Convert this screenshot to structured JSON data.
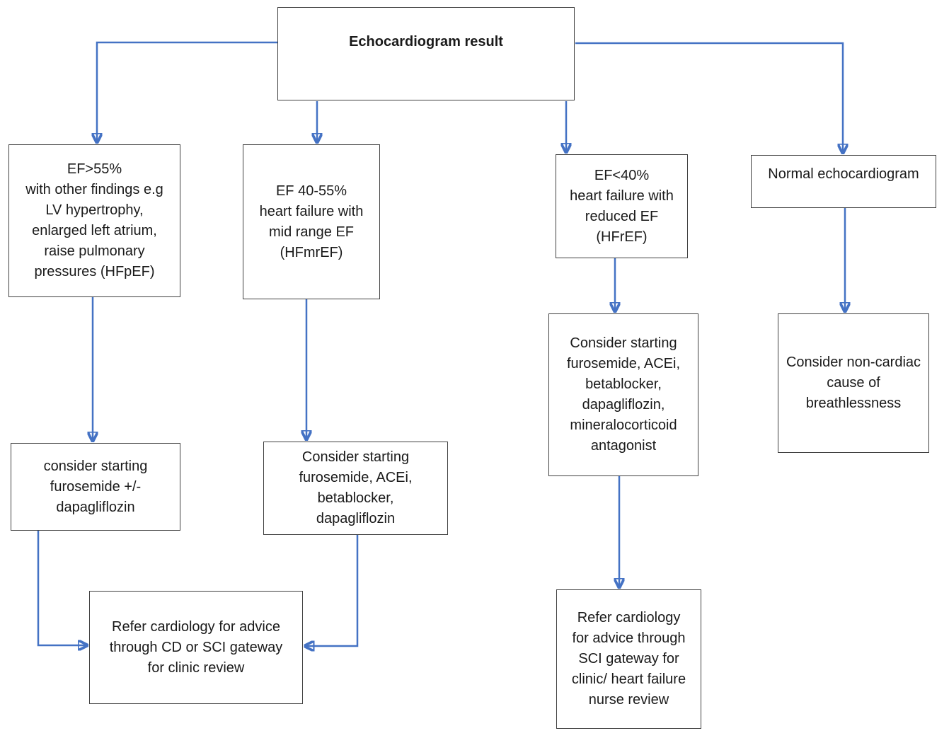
{
  "diagram": {
    "title": "Echocardiogram result",
    "colors": {
      "connector_blue": "#4472C4",
      "box_border": "#404040",
      "text": "#1a1a1a",
      "background": "#ffffff"
    },
    "nodes": {
      "root": {
        "text": "Echocardiogram result"
      },
      "hfpef": {
        "text": "EF>55%\nwith other findings e.g\nLV hypertrophy,\nenlarged left atrium,\nraise pulmonary\npressures (HFpEF)"
      },
      "hfmref": {
        "text": "EF 40-55%\nheart failure with\nmid range EF\n(HFmrEF)"
      },
      "hfref": {
        "text": "EF<40%\nheart failure with\nreduced EF\n(HFrEF)"
      },
      "normal": {
        "text": "Normal echocardiogram"
      },
      "tx_hfpef": {
        "text": "consider starting\nfurosemide +/-\ndapagliflozin"
      },
      "tx_hfmref": {
        "text": "Consider starting\nfurosemide, ACEi,\nbetablocker,\ndapagliflozin"
      },
      "tx_hfref": {
        "text": "Consider starting\nfurosemide, ACEi,\nbetablocker,\ndapagliflozin,\nmineralocorticoid\nantagonist"
      },
      "noncardiac": {
        "text": "Consider non-cardiac\ncause of\nbreathlessness"
      },
      "refer_clinic": {
        "text": "Refer cardiology for advice\nthrough CD or SCI gateway\nfor clinic review"
      },
      "refer_hf": {
        "text": "Refer cardiology\nfor advice through\nSCI gateway for\nclinic/ heart failure\nnurse review"
      }
    }
  }
}
